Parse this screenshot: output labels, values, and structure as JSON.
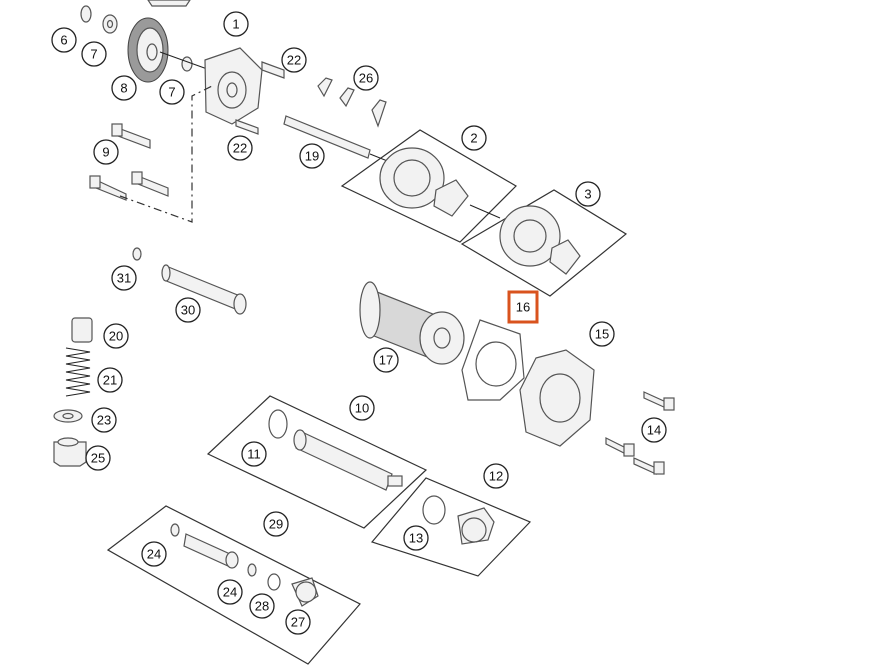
{
  "highlight": {
    "label": "16",
    "color": "#d9531e"
  },
  "callouts": [
    {
      "id": "c1",
      "label": "1"
    },
    {
      "id": "c2",
      "label": "2"
    },
    {
      "id": "c3",
      "label": "3"
    },
    {
      "id": "c6",
      "label": "6"
    },
    {
      "id": "c7a",
      "label": "7"
    },
    {
      "id": "c7b",
      "label": "7"
    },
    {
      "id": "c8",
      "label": "8"
    },
    {
      "id": "c9",
      "label": "9"
    },
    {
      "id": "c10",
      "label": "10"
    },
    {
      "id": "c11",
      "label": "11"
    },
    {
      "id": "c12",
      "label": "12"
    },
    {
      "id": "c13",
      "label": "13"
    },
    {
      "id": "c14",
      "label": "14"
    },
    {
      "id": "c15",
      "label": "15"
    },
    {
      "id": "c16",
      "label": "16"
    },
    {
      "id": "c17",
      "label": "17"
    },
    {
      "id": "c19",
      "label": "19"
    },
    {
      "id": "c20",
      "label": "20"
    },
    {
      "id": "c21",
      "label": "21"
    },
    {
      "id": "c22a",
      "label": "22"
    },
    {
      "id": "c22b",
      "label": "22"
    },
    {
      "id": "c23",
      "label": "23"
    },
    {
      "id": "c24a",
      "label": "24"
    },
    {
      "id": "c24b",
      "label": "24"
    },
    {
      "id": "c25",
      "label": "25"
    },
    {
      "id": "c26",
      "label": "26"
    },
    {
      "id": "c27",
      "label": "27"
    },
    {
      "id": "c28",
      "label": "28"
    },
    {
      "id": "c29",
      "label": "29"
    },
    {
      "id": "c30",
      "label": "30"
    },
    {
      "id": "c31",
      "label": "31"
    }
  ]
}
